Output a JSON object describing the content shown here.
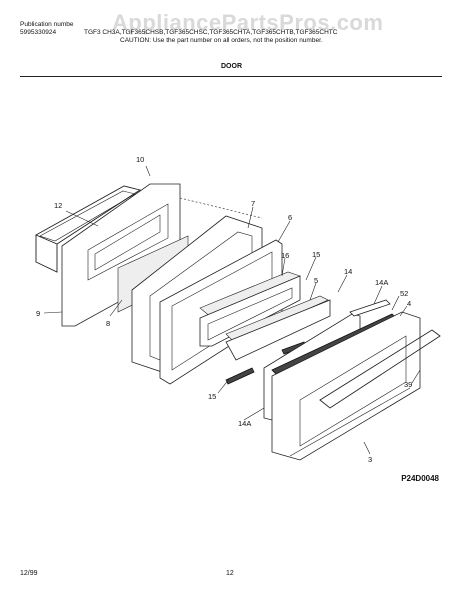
{
  "header": {
    "publication_label": "Publication numbe",
    "publication_number": "5995330924",
    "models": "TGF3   CH3A,TGF365CHSB,TGF365CHSC,TGF365CHTA,TGF365CHTB,TGF365CHTC",
    "caution": "CAUTION:  Use the part number on all orders, not the position number."
  },
  "watermark": "AppliancePartsPros.com",
  "section_title": "DOOR",
  "diagram": {
    "callouts": [
      "10",
      "12",
      "9",
      "8",
      "7",
      "6",
      "16",
      "15",
      "14",
      "5",
      "14A",
      "52",
      "4",
      "39",
      "15",
      "14A",
      "3"
    ],
    "reference": "P24D0048"
  },
  "footer": {
    "date": "12/99",
    "page": "12"
  }
}
